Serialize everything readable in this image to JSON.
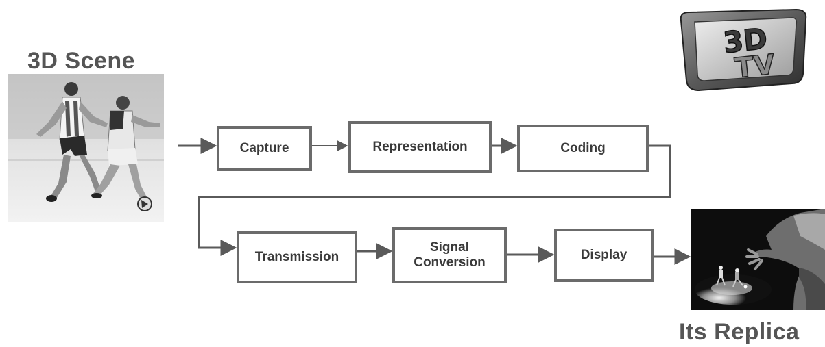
{
  "scene_title": "3D Scene",
  "replica_title": "Its Replica",
  "logo_text": "3D TV",
  "stages": [
    {
      "id": "capture",
      "label": "Capture"
    },
    {
      "id": "representation",
      "label": "Representation"
    },
    {
      "id": "coding",
      "label": "Coding"
    },
    {
      "id": "transmission",
      "label": "Transmission"
    },
    {
      "id": "signal-conversion",
      "label": "Signal\nConversion"
    },
    {
      "id": "display",
      "label": "Display"
    }
  ],
  "colors": {
    "box_border": "#6b6b6b",
    "arrow": "#5a5a5a",
    "title_text": "#555555"
  }
}
